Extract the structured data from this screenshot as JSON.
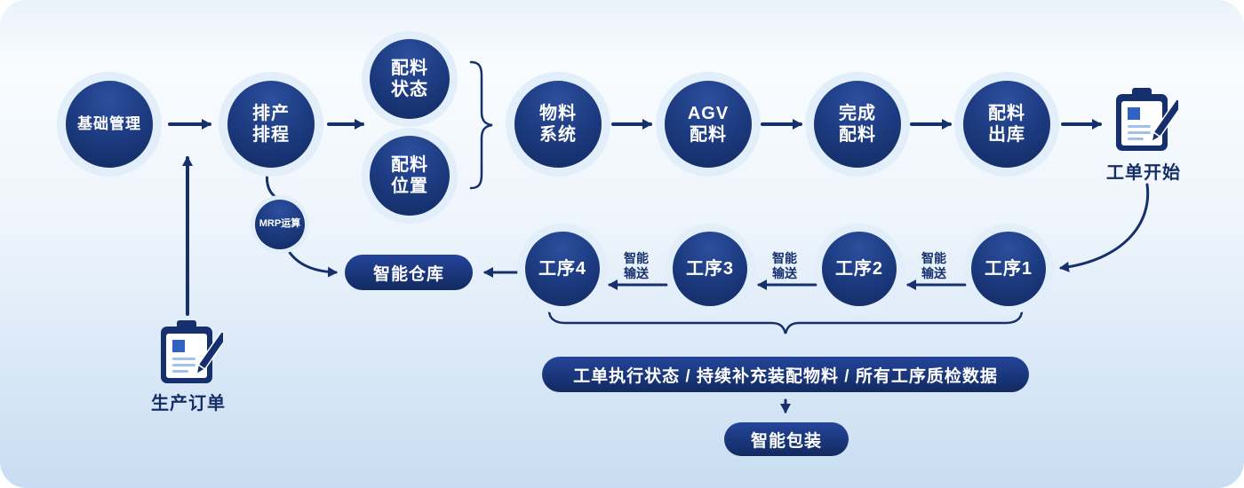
{
  "colors": {
    "navy": "#16306e",
    "navy-dark": "#122a60",
    "navy-light": "#2d4f9e",
    "halo": "#e2eefa",
    "label": "#152e66",
    "bg-top": "#e9f2fb",
    "bg-mid": "#f9fcfe",
    "bg-bottom": "#c8ddf2",
    "paper-line": "#9fc0e8",
    "paper-square": "#2f62c4"
  },
  "nodes": {
    "base_management": {
      "label": "基础管理"
    },
    "scheduling": {
      "line1": "排产",
      "line2": "排程"
    },
    "material_status": {
      "line1": "配料",
      "line2": "状态"
    },
    "material_location": {
      "line1": "配料",
      "line2": "位置"
    },
    "material_system": {
      "line1": "物料",
      "line2": "系统"
    },
    "agv_batching": {
      "line1": "AGV",
      "line2": "配料"
    },
    "complete_batching": {
      "line1": "完成",
      "line2": "配料"
    },
    "batching_outbound": {
      "line1": "配料",
      "line2": "出库"
    },
    "process_1": {
      "label": "工序1"
    },
    "process_2": {
      "label": "工序2"
    },
    "process_3": {
      "label": "工序3"
    },
    "process_4": {
      "label": "工序4"
    },
    "mrp": {
      "label": "MRP运算"
    },
    "smart_warehouse": {
      "label": "智能仓库"
    },
    "smart_packaging": {
      "label": "智能包装"
    },
    "status_banner": {
      "label": "工单执行状态 / 持续补充装配物料 / 所有工序质检数据"
    }
  },
  "labels": {
    "work_order_start": "工单开始",
    "production_order": "生产订单",
    "smart_transfer": {
      "line1": "智能",
      "line2": "输送"
    }
  }
}
